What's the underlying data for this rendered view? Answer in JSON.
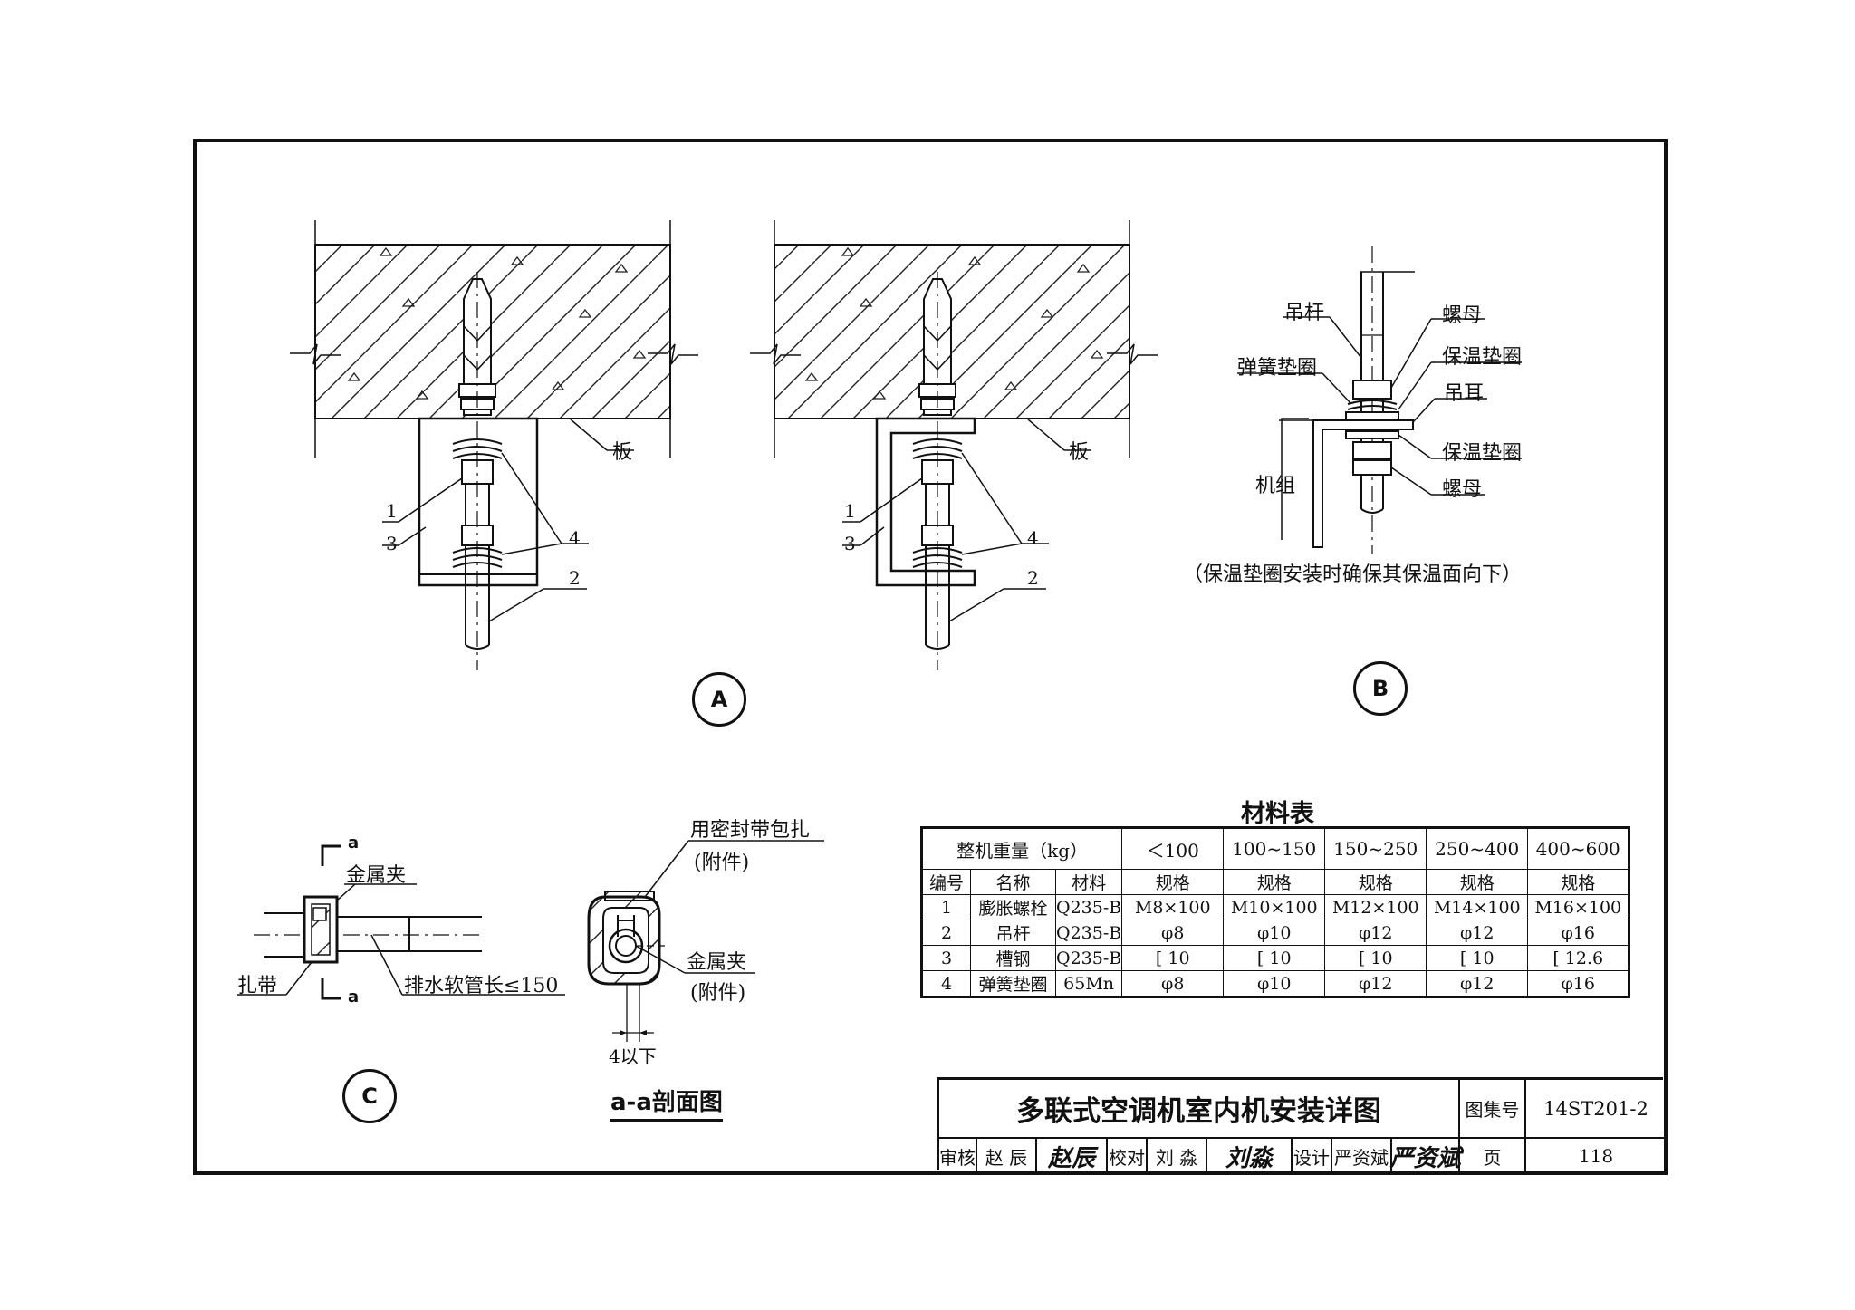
{
  "detail_a": {
    "marker": "A",
    "slab_label": "板",
    "callouts": [
      "1",
      "2",
      "3",
      "4"
    ]
  },
  "detail_b": {
    "marker": "B",
    "labels": {
      "hanger_rod": "吊杆",
      "spring_washer": "弹簧垫圈",
      "unit": "机组",
      "nut_top": "螺母",
      "insulation_washer_top": "保温垫圈",
      "lifting_lug": "吊耳",
      "insulation_washer_bottom": "保温垫圈",
      "nut_bottom": "螺母"
    },
    "note": "（保温垫圈安装时确保其保温面向下）"
  },
  "detail_c": {
    "marker": "C",
    "section_mark": "a",
    "metal_clamp": "金属夹",
    "strap": "扎带",
    "drain_hose": "排水软管长≤150",
    "section": {
      "title": "a-a剖面图",
      "seal_tape": "用密封带包扎",
      "seal_tape_note": "(附件)",
      "metal_clamp": "金属夹",
      "metal_clamp_note": "(附件)",
      "dimension": "4以下"
    }
  },
  "materials": {
    "title": "材料表",
    "weight_header": "整机重量（kg）",
    "weight_ranges": [
      "＜100",
      "100~150",
      "150~250",
      "250~400",
      "400~600"
    ],
    "col_headers": [
      "编号",
      "名称",
      "材料",
      "规格",
      "规格",
      "规格",
      "规格",
      "规格"
    ],
    "rows": [
      [
        "1",
        "膨胀螺栓",
        "Q235-B",
        "M8×100",
        "M10×100",
        "M12×100",
        "M14×100",
        "M16×100"
      ],
      [
        "2",
        "吊杆",
        "Q235-B",
        "φ8",
        "φ10",
        "φ12",
        "φ12",
        "φ16"
      ],
      [
        "3",
        "槽钢",
        "Q235-B",
        "[ 10",
        "[ 10",
        "[ 10",
        "[ 10",
        "[ 12.6"
      ],
      [
        "4",
        "弹簧垫圈",
        "65Mn",
        "φ8",
        "φ10",
        "φ12",
        "φ12",
        "φ16"
      ]
    ]
  },
  "title_block": {
    "drawing_title": "多联式空调机室内机安装详图",
    "atlas_label": "图集号",
    "atlas_no": "14ST201-2",
    "review_label": "审核",
    "reviewer": "赵 辰",
    "reviewer_sig": "赵辰",
    "check_label": "校对",
    "checker": "刘 淼",
    "checker_sig": "刘淼",
    "design_label": "设计",
    "designer": "严资斌",
    "designer_sig": "严资斌",
    "page_label": "页",
    "page_no": "118"
  }
}
